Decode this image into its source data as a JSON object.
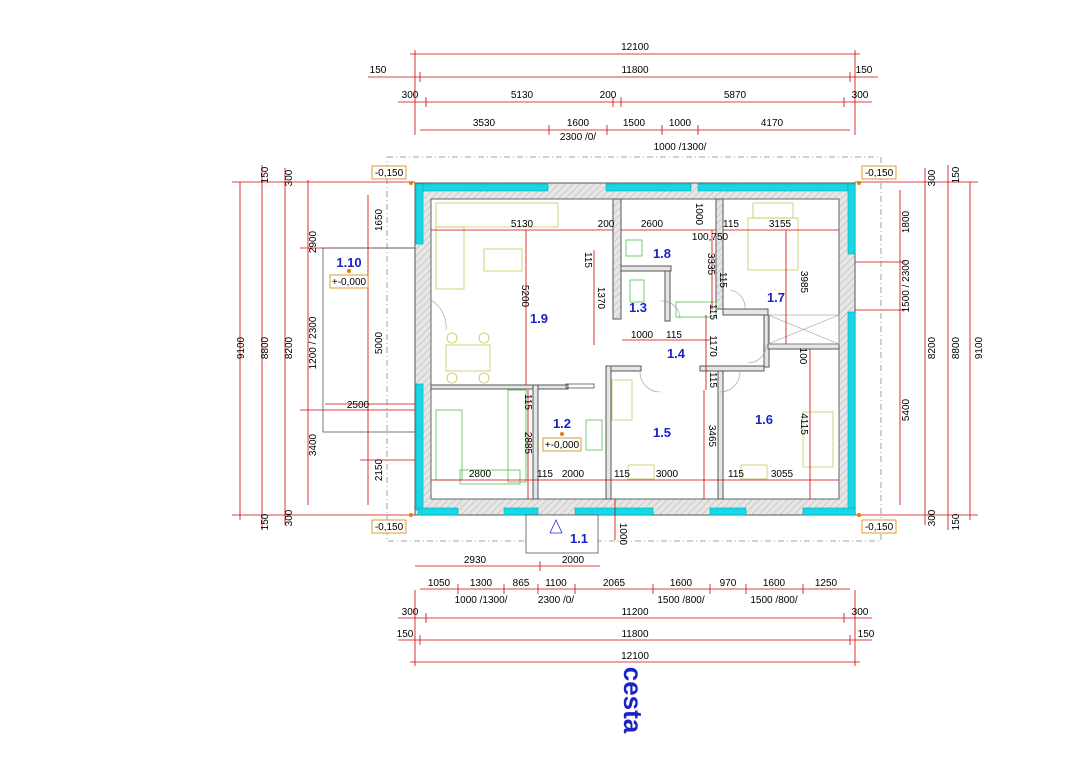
{
  "rooms": {
    "r1_1": "1.1",
    "r1_2": "1.2",
    "r1_3": "1.3",
    "r1_4": "1.4",
    "r1_5": "1.5",
    "r1_6": "1.6",
    "r1_7": "1.7",
    "r1_8": "1.8",
    "r1_9": "1.9",
    "r1_10": "1.10"
  },
  "levels": {
    "ext": "-0,150",
    "int_1_2": "+-0,000",
    "int_1_10": "+-0,000"
  },
  "street_label": "cesta",
  "dims_top": {
    "row1": [
      "12100"
    ],
    "row2": [
      "150",
      "11800",
      "150"
    ],
    "row3": [
      "300",
      "5130",
      "200",
      "5870",
      "300"
    ],
    "row4": [
      "3530",
      "1600",
      "1500",
      "1000",
      "4170"
    ],
    "row4_sub": [
      "2300 /0/",
      "1000 /1300/"
    ]
  },
  "dims_bottom": {
    "row1": [
      "2930",
      "2000"
    ],
    "row2": [
      "1050",
      "1300",
      "865",
      "1100",
      "2065",
      "1600",
      "970",
      "1600",
      "1250"
    ],
    "row2_sub": [
      "1000 /1300/",
      "2300 /0/",
      "1500 /800/",
      "1500 /800/"
    ],
    "row3": [
      "300",
      "11200",
      "300"
    ],
    "row4": [
      "150",
      "11800",
      "150"
    ],
    "row5": [
      "12100"
    ]
  },
  "dims_left": {
    "outer": [
      "9100",
      "8800",
      "8200"
    ],
    "small": [
      "150",
      "300",
      "150",
      "300"
    ],
    "parts": [
      "1650",
      "2900",
      "5000",
      "3400",
      "2150",
      "2500"
    ],
    "stack": "1200 / 2300"
  },
  "dims_right": {
    "outer": [
      "9100",
      "8800",
      "8200"
    ],
    "small": [
      "150",
      "300",
      "300",
      "150"
    ],
    "parts": [
      "1800",
      "5400",
      "1500 / 2300"
    ]
  },
  "dims_interior": {
    "d5130": "5130",
    "d200": "200",
    "d2600": "2600",
    "d1000a": "1000",
    "d100_750": "100,750",
    "d115a": "115",
    "d3155": "3155",
    "d5200": "5200",
    "d1370": "1370",
    "d115b": "115",
    "d3335": "3335",
    "d115c": "115",
    "d3985": "3985",
    "d1000b": "1000",
    "d115d": "115",
    "d1170": "1170",
    "d100": "100",
    "d115e": "115",
    "d115f": "115",
    "d115g": "115",
    "d2885": "2885",
    "d3465": "3465",
    "d4115": "4115",
    "d2800": "2800",
    "d115h": "115",
    "d2000": "2000",
    "d115i": "115",
    "d3000": "3000",
    "d115j": "115",
    "d3055": "3055",
    "d1000c": "1000"
  }
}
